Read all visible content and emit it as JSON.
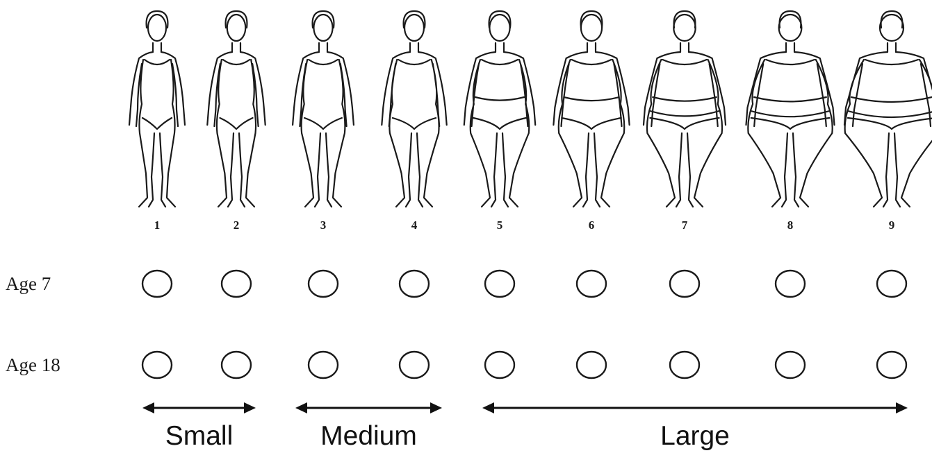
{
  "figures": [
    {
      "number": "1",
      "silhouette": 0.0
    },
    {
      "number": "2",
      "silhouette": 0.06
    },
    {
      "number": "3",
      "silhouette": 0.14
    },
    {
      "number": "4",
      "silhouette": 0.24
    },
    {
      "number": "5",
      "silhouette": 0.4
    },
    {
      "number": "6",
      "silhouette": 0.52
    },
    {
      "number": "7",
      "silhouette": 0.68
    },
    {
      "number": "8",
      "silhouette": 0.84
    },
    {
      "number": "9",
      "silhouette": 1.0
    }
  ],
  "rows": [
    {
      "label": "Age 7"
    },
    {
      "label": "Age 18"
    }
  ],
  "ranges": [
    {
      "label": "Small",
      "from": 1,
      "to": 2
    },
    {
      "label": "Medium",
      "from": 3,
      "to": 4
    },
    {
      "label": "Large",
      "from": 5,
      "to": 9
    }
  ],
  "colors": {
    "ink": "#1a1a1a",
    "background": "#ffffff"
  }
}
